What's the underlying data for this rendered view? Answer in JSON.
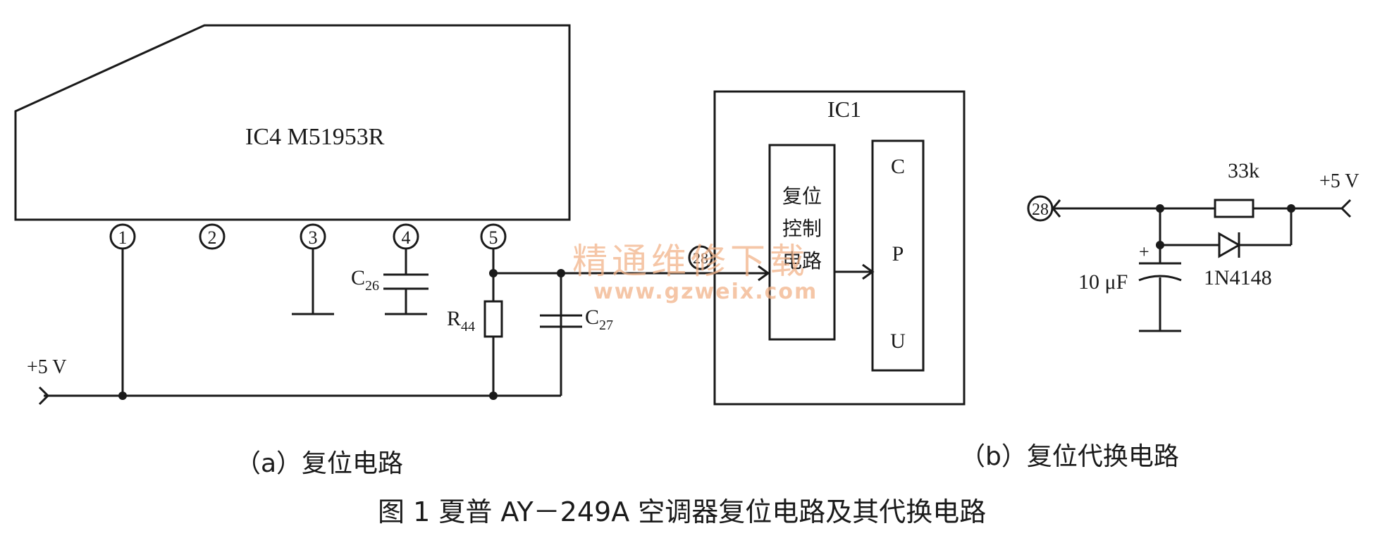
{
  "figure": {
    "caption": "图 1  夏普 AY－249A 空调器复位电路及其代换电路",
    "sub_a": "（a）复位电路",
    "sub_b": "（b）复位代换电路"
  },
  "circuit_a": {
    "ic4_label": "IC4  M51953R",
    "pins": [
      "1",
      "2",
      "3",
      "4",
      "5"
    ],
    "supply": "+5 V",
    "c26": "C",
    "c26_sub": "26",
    "c27": "C",
    "c27_sub": "27",
    "r44": "R",
    "r44_sub": "44"
  },
  "ic1": {
    "label": "IC1",
    "pin": "28",
    "reset_block": [
      "复位",
      "控制",
      "电路"
    ],
    "cpu_letters": [
      "C",
      "P",
      "U"
    ]
  },
  "circuit_b": {
    "pin": "28",
    "resistor": "33k",
    "diode": "1N4148",
    "capacitor": "10 μF",
    "supply": "+5 V",
    "plus": "+"
  },
  "watermark": {
    "text": "精通维修下载",
    "url": "www.gzweix.com"
  }
}
